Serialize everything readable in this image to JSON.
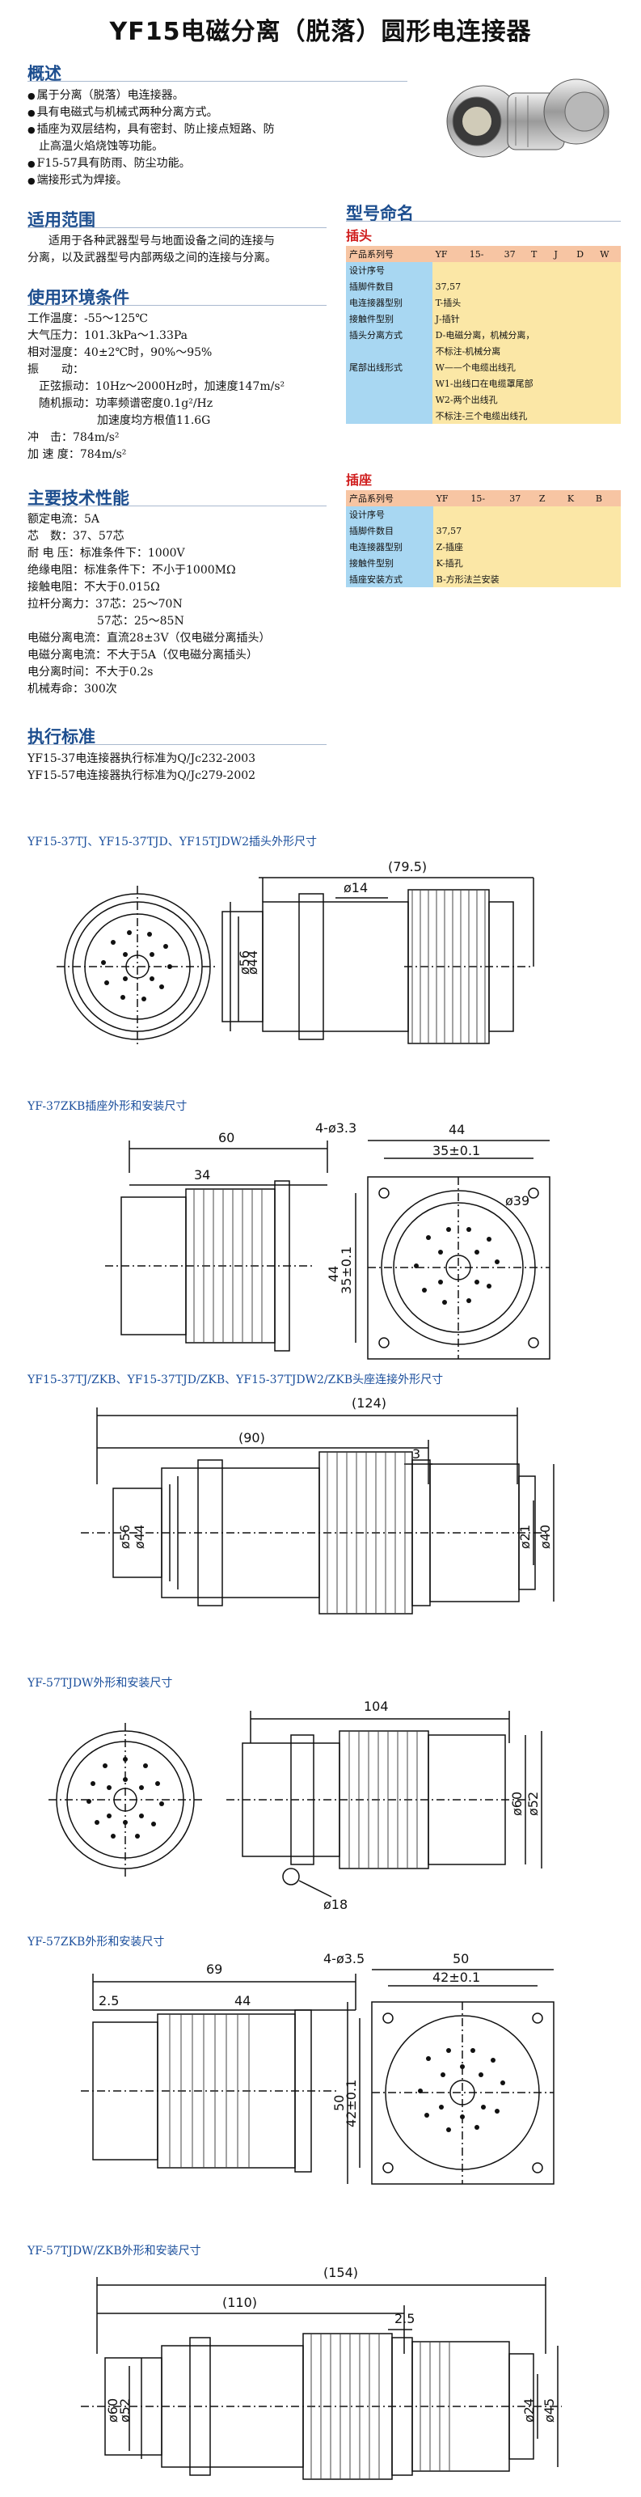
{
  "title": "YF15电磁分离（脱落）圆形电连接器",
  "overview": {
    "heading": "概述",
    "items": [
      "属于分离（脱落）电连接器。",
      "具有电磁式与机械式两种分离方式。",
      "插座为双层结构，具有密封、防止接点短路、防",
      "止高温火焰烧蚀等功能。",
      "F15-57具有防雨、防尘功能。",
      "端接形式为焊接。"
    ]
  },
  "scope": {
    "heading": "适用范围",
    "text": [
      "适用于各种武器型号与地面设备之间的连接与",
      "分离，以及武器型号内部两级之间的连接与分离。"
    ]
  },
  "environment": {
    "heading": "使用环境条件",
    "lines": [
      "工作温度：-55～125℃",
      "大气压力：101.3kPa～1.33Pa",
      "相对湿度：40±2℃时，90%～95%",
      "振　　动：",
      "正弦振动：10Hz～2000Hz时，加速度147m/s²",
      "随机振动：功率频谱密度0.1g²/Hz",
      "加速度均方根值11.6G",
      "冲　击：784m/s²",
      "加 速 度：784m/s²"
    ]
  },
  "tech": {
    "heading": "主要技术性能",
    "lines": [
      "额定电流：5A",
      "芯　数：37、57芯",
      "耐 电 压：标准条件下：1000V",
      "绝缘电阻：标准条件下：不小于1000MΩ",
      "接触电阻：不大于0.015Ω",
      "拉杆分离力：37芯：25～70N",
      "57芯：25～85N",
      "电磁分离电流：直流28±3V（仅电磁分离插头）",
      "电磁分离电流：不大于5A（仅电磁分离插头）",
      "电分离时间：不大于0.2s",
      "机械寿命：300次"
    ]
  },
  "standard": {
    "heading": "执行标准",
    "lines": [
      "YF15-37电连接器执行标准为Q/Jc232-2003",
      "YF15-57电连接器执行标准为Q/Jc279-2002"
    ]
  },
  "naming": {
    "heading": "型号命名",
    "plug": {
      "label": "插头",
      "header": "产品系列号",
      "codes": [
        "YF",
        "15-",
        "37",
        "T",
        "J",
        "D",
        "W"
      ],
      "rows": [
        [
          "设计序号",
          ""
        ],
        [
          "插脚件数目",
          "37,57"
        ],
        [
          "电连接器型别",
          "T-插头"
        ],
        [
          "接触件型别",
          "J-插针"
        ],
        [
          "插头分离方式",
          "D-电磁分离，机械分离，"
        ],
        [
          "",
          "不标注-机械分离"
        ],
        [
          "尾部出线形式",
          "W——个电缆出线孔"
        ],
        [
          "",
          "W1-出线口在电缆罩尾部"
        ],
        [
          "",
          "W2-两个出线孔"
        ],
        [
          "",
          "不标注-三个电缆出线孔"
        ]
      ]
    },
    "socket": {
      "label": "插座",
      "header": "产品系列号",
      "codes": [
        "YF",
        "15-",
        "37",
        "Z",
        "K",
        "B"
      ],
      "rows": [
        [
          "设计序号",
          ""
        ],
        [
          "插脚件数目",
          "37,57"
        ],
        [
          "电连接器型别",
          "Z-插座"
        ],
        [
          "接触件型别",
          "K-插孔"
        ],
        [
          "插座安装方式",
          "B-方形法兰安装"
        ]
      ]
    }
  },
  "drawings": [
    {
      "caption": "YF15-37TJ、YF15-37TJD、YF15TJDW2插头外形尺寸",
      "dims": [
        "(79.5)",
        "ø14",
        "ø56",
        "ø44"
      ]
    },
    {
      "caption": "YF-37ZKB插座外形和安装尺寸",
      "dims": [
        "60",
        "4-ø3.3",
        "44",
        "34",
        "35±0.1",
        "ø39",
        "35±0.1",
        "44"
      ]
    },
    {
      "caption": "YF15-37TJ/ZKB、YF15-37TJD/ZKB、YF15-37TJDW2/ZKB头座连接外形尺寸",
      "dims": [
        "(124)",
        "(90)",
        "3",
        "ø56",
        "ø44",
        "ø21",
        "ø40"
      ]
    },
    {
      "caption": "YF-57TJDW外形和安装尺寸",
      "dims": [
        "104",
        "ø60",
        "ø52",
        "ø18"
      ]
    },
    {
      "caption": "YF-57ZKB外形和安装尺寸",
      "dims": [
        "69",
        "2.5",
        "44",
        "4-ø3.5",
        "50",
        "42±0.1",
        "50",
        "42±0.1"
      ]
    },
    {
      "caption": "YF-57TJDW/ZKB外形和安装尺寸",
      "dims": [
        "(154)",
        "(110)",
        "2.5",
        "ø60",
        "ø52",
        "ø24",
        "ø45"
      ]
    }
  ]
}
